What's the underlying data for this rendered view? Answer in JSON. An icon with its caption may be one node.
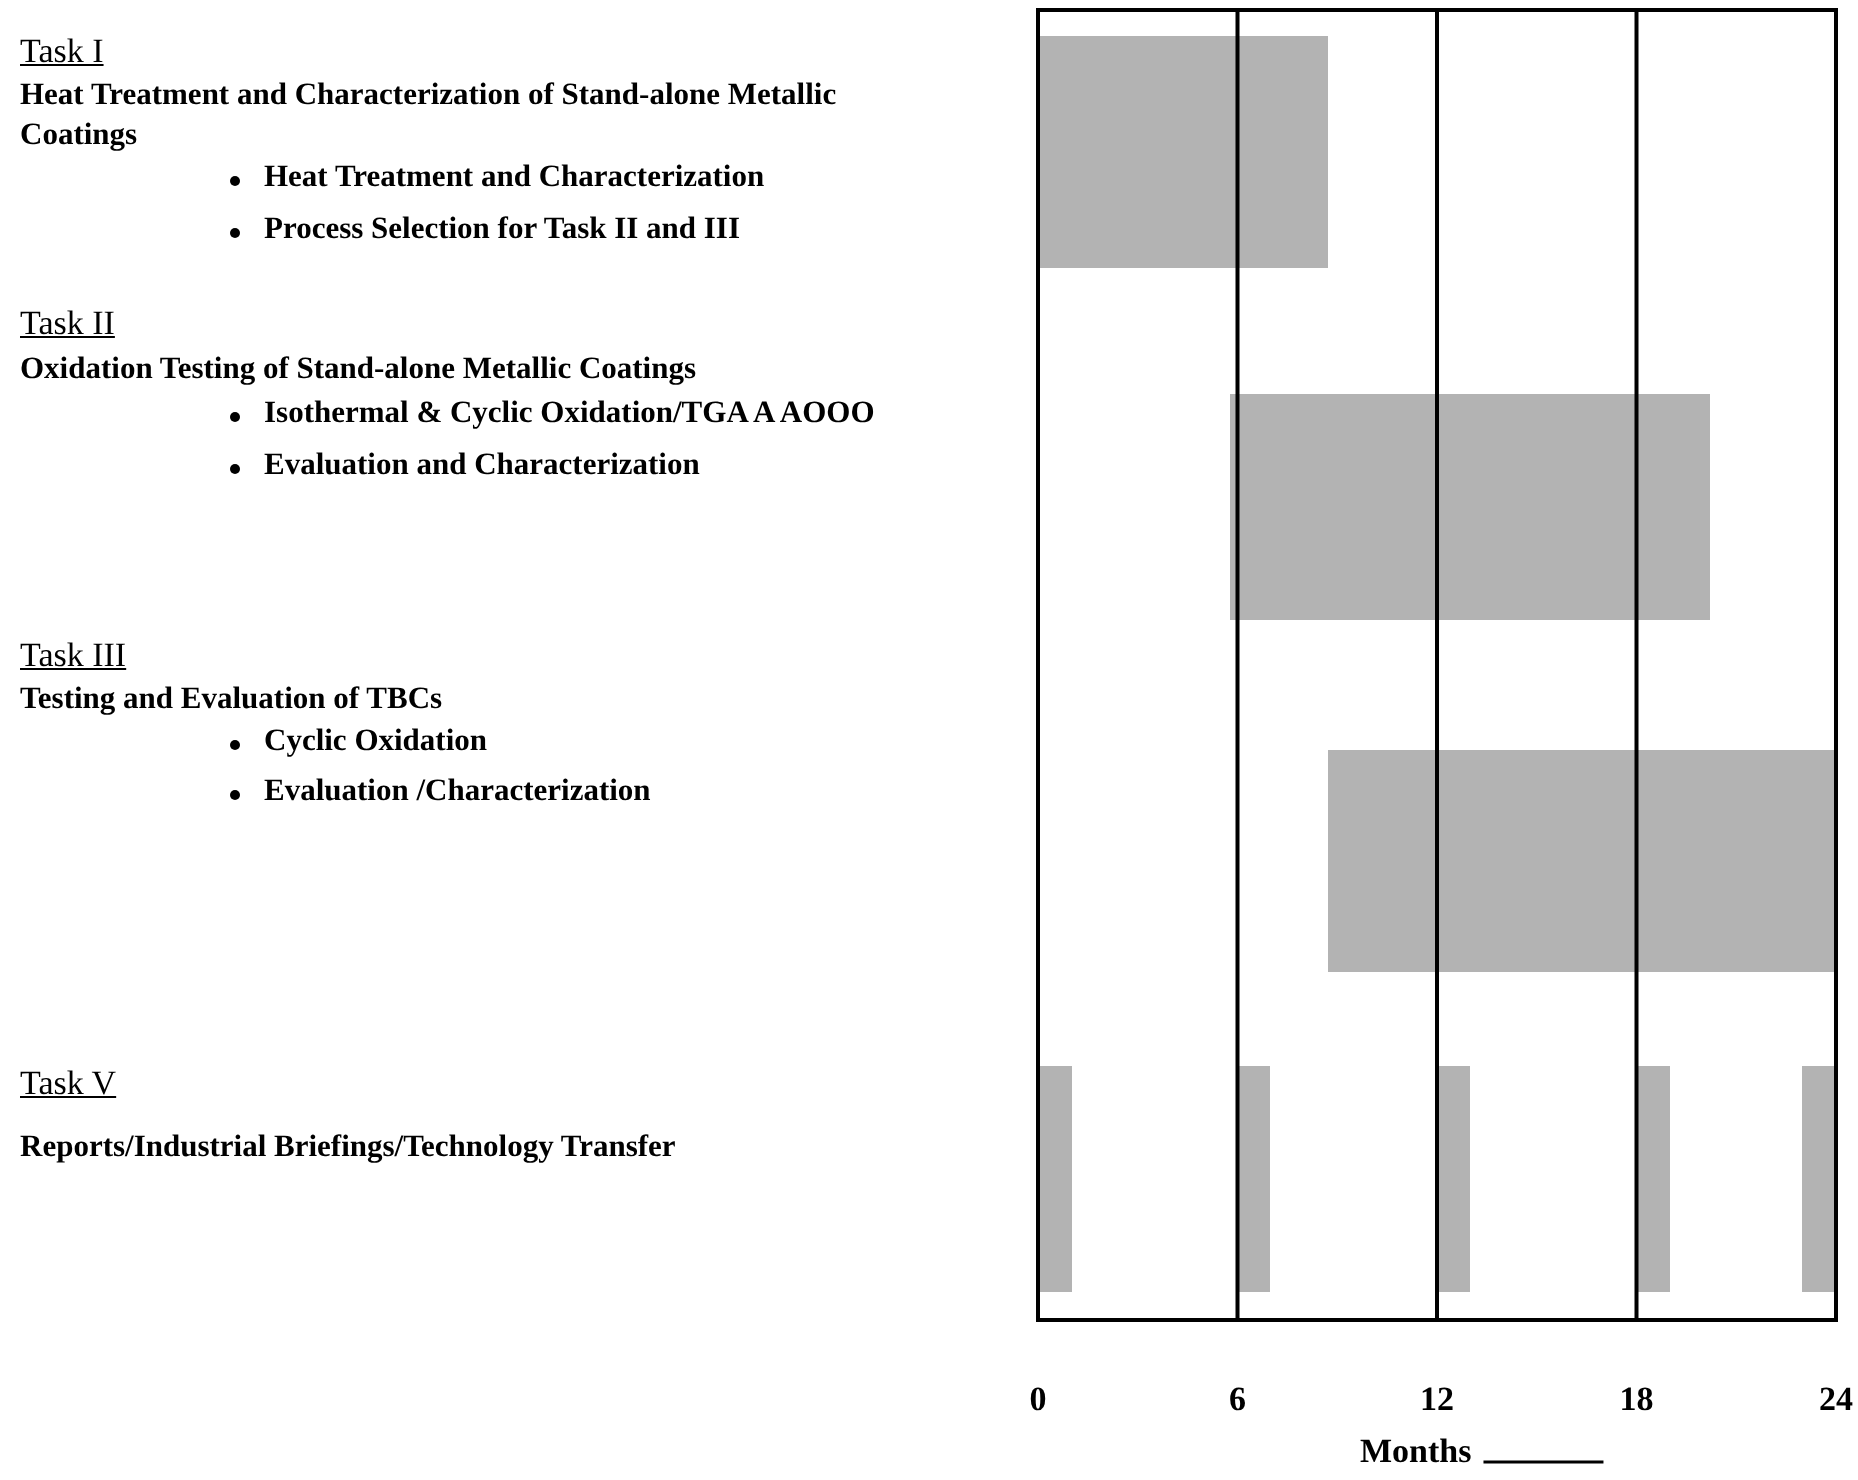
{
  "diagram": {
    "nodes": [
      {
        "text": [],
        "shape": "bar"
      },
      {
        "text": [],
        "shape": "bar"
      },
      {
        "text": [],
        "shape": "bar"
      },
      {
        "text": [],
        "shape": "bar"
      },
      {
        "text": [],
        "shape": "bar"
      },
      {
        "text": [],
        "shape": "bar"
      },
      {
        "text": [],
        "shape": "bar"
      },
      {
        "text": [],
        "shape": "bar"
      }
    ],
    "edges": [],
    "labels": [
      "Task I",
      "Heat Treatment and Characterization of Stand-alone Metallic Coatings",
      "Heat Treatment and Characterization",
      "Process Selection for Task II and III",
      "Task II",
      "Oxidation Testing of Stand-alone Metallic Coatings",
      "Isothermal & Cyclic Oxidation/TGA A AOOO",
      "Evaluation and Characterization",
      "Task III",
      "Testing and Evaluation of TBCs",
      "Cyclic Oxidation",
      "Evaluation /Characterization",
      "Task V",
      "Reports/Industrial Briefings/Technology Transfer",
      "0",
      "6",
      "12",
      "18",
      "24",
      "Months"
    ]
  }
}
